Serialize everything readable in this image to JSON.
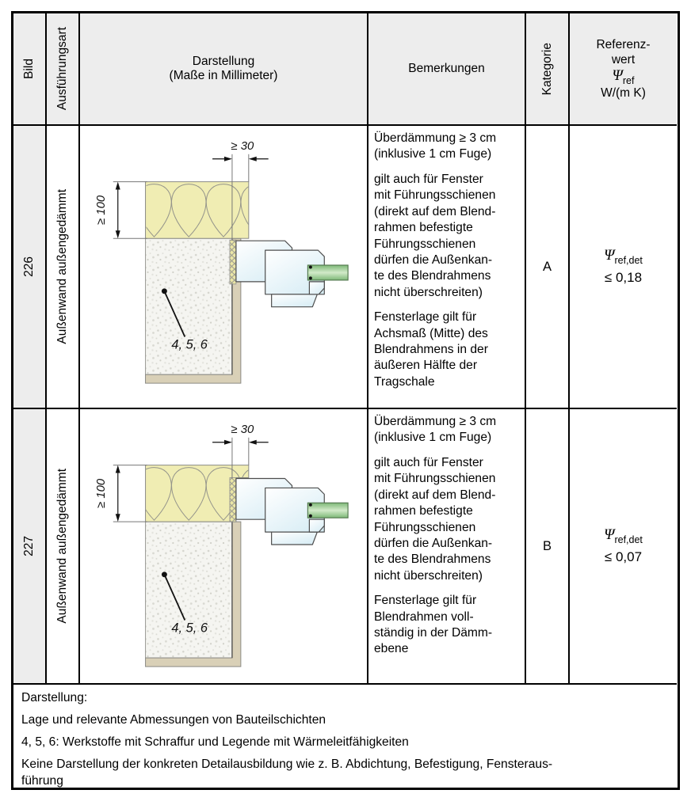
{
  "header": {
    "bild": "Bild",
    "ausfuehrungsart": "Ausführungsart",
    "darstellung": "Darstellung\n(Maße in Millimeter)",
    "bemerkungen": "Bemerkungen",
    "kategorie": "Kategorie",
    "referenzwert": {
      "line1": "Referenz-",
      "line2": "wert",
      "symbol": "Ψ",
      "subscript": "ref",
      "unit": "W/(m K)"
    }
  },
  "rows": [
    {
      "bild": "226",
      "ausfuehrungsart": "Außenwand außengedämmt",
      "drawing": {
        "dim_top": "≥ 30",
        "dim_left": "≥ 100",
        "leader_label": "4, 5, 6"
      },
      "bemerkungen": [
        "Überdämmung ≥ 3 cm\n(inklusive 1 cm Fuge)",
        "gilt auch für Fenster\nmit Führungsschienen\n(direkt auf dem Blend-\nrahmen befestigte\nFührungsschienen\ndürfen die Außenkan-\nte des Blendrahmens\nnicht überschreiten)",
        "Fensterlage gilt für\nAchsmaß (Mitte) des\nBlendrahmens in der\näußeren Hälfte der\nTragschale"
      ],
      "kategorie": "A",
      "referenzwert": {
        "symbol": "Ψ",
        "subscript": "ref,det",
        "value": "≤ 0,18"
      }
    },
    {
      "bild": "227",
      "ausfuehrungsart": "Außenwand außengedämmt",
      "drawing": {
        "dim_top": "≥ 30",
        "dim_left": "≥ 100",
        "leader_label": "4, 5, 6"
      },
      "bemerkungen": [
        "Überdämmung ≥ 3 cm\n(inklusive 1 cm Fuge)",
        "gilt auch für Fenster\nmit Führungsschienen\n(direkt auf dem Blend-\nrahmen befestigte\nFührungsschienen\ndürfen die Außenkan-\nte des Blendrahmens\nnicht überschreiten)",
        "Fensterlage gilt für\nBlendrahmen voll-\nständig in der Dämm-\nebene"
      ],
      "kategorie": "B",
      "referenzwert": {
        "symbol": "Ψ",
        "subscript": "ref,det",
        "value": "≤ 0,07"
      }
    }
  ],
  "footer": {
    "lines": [
      "Darstellung:",
      "Lage und relevante Abmessungen von Bauteilschichten",
      "4, 5, 6: Werkstoffe mit Schraffur und Legende mit Wärmeleitfähigkeiten",
      "Keine Darstellung der konkreten Detailausbildung wie z. B. Abdichtung, Befestigung, Fensteraus-\nführung"
    ]
  },
  "colors": {
    "header_bg": "#ededed",
    "insulation": "#f0edb3",
    "render_plaster": "#d9d0b7",
    "frame_blue": "#d8edf5",
    "glass_green": "#83bb7c"
  }
}
